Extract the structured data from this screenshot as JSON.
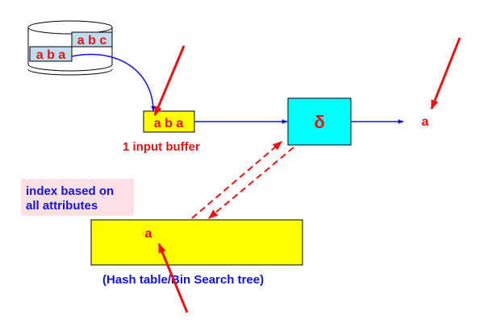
{
  "disk": {
    "relation_top": "a b c",
    "relation_bottom": "a b a"
  },
  "input_buffer": {
    "content": "a b a",
    "caption": "1 input buffer"
  },
  "operator": {
    "symbol": "δ"
  },
  "output": {
    "value": "a"
  },
  "index_note": {
    "line1": "index based on",
    "line2": "all attributes"
  },
  "index_structure": {
    "value": "a",
    "caption": "(Hash table/Bin Search tree)"
  },
  "colors": {
    "red": "#ee1111",
    "blue": "#1010ee",
    "yellow": "#ffff00",
    "cyan": "#00ffff",
    "disk_fill": "#c0dcec",
    "note_fill": "#ffe0e4"
  }
}
